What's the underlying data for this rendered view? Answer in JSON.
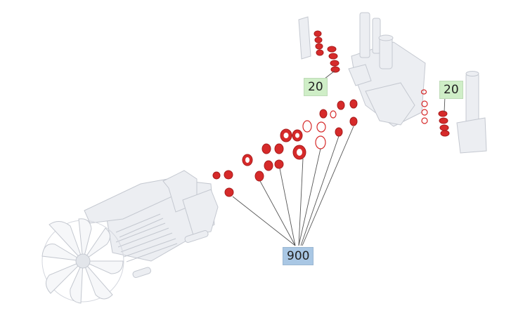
{
  "callouts": {
    "seal_kit_a": "20",
    "seal_kit_b": "20",
    "oring_kit": "900"
  },
  "colors": {
    "part_red": "#d62a2a",
    "part_red_dark": "#a81c1c",
    "housing_gray": "#eceef2",
    "housing_stroke": "#c4c8d0",
    "leader_line": "#555555",
    "label_green": "#cfeec7",
    "label_blue": "#a9c7e4"
  }
}
